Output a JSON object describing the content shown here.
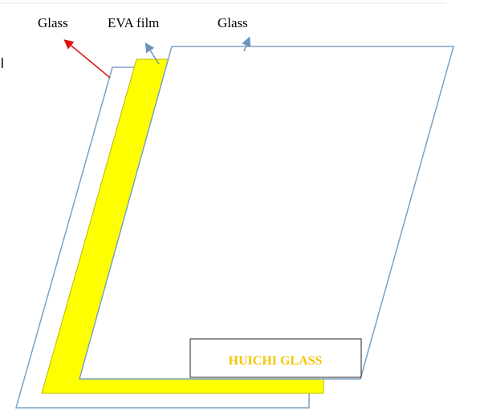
{
  "labels": {
    "back_glass": "Glass",
    "eva_film": "EVA film",
    "front_glass": "Glass"
  },
  "brand": {
    "text": "HUICHI GLASS"
  },
  "colors": {
    "glass_outline": "#7ba2c4",
    "eva_fill": "#ffff00",
    "eva_outline": "#b8b800",
    "arrow_back_glass": "#e01010",
    "arrow_eva": "#6a94bf",
    "arrow_front_glass": "#6a94bf",
    "brand_text": "#f5c400",
    "brand_box_border": "#222222"
  }
}
